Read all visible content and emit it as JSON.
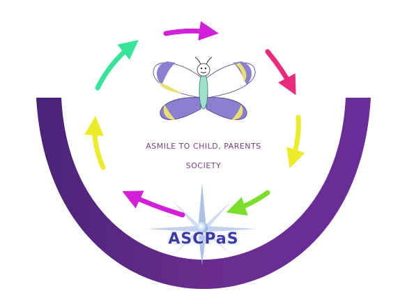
{
  "logo": {
    "name_line1": "ASMILE TO CHILD, PARENTS",
    "name_line2": "SOCIETY",
    "acronym": "ASCPaS",
    "colors": {
      "crescent": "#5b2a86",
      "arrow_magenta": "#d21fd8",
      "arrow_pink": "#ea2a7a",
      "arrow_yellow": "#ecec2a",
      "arrow_green": "#7bde2a",
      "arrow_mint": "#38e39a",
      "wing_purple": "#8a7fd0",
      "wing_yellow": "#e8e070",
      "acronym_blue": "#3b3aa8"
    },
    "icons": [
      "butterfly-icon",
      "compass-star-icon",
      "cycle-arrows-icon"
    ]
  }
}
